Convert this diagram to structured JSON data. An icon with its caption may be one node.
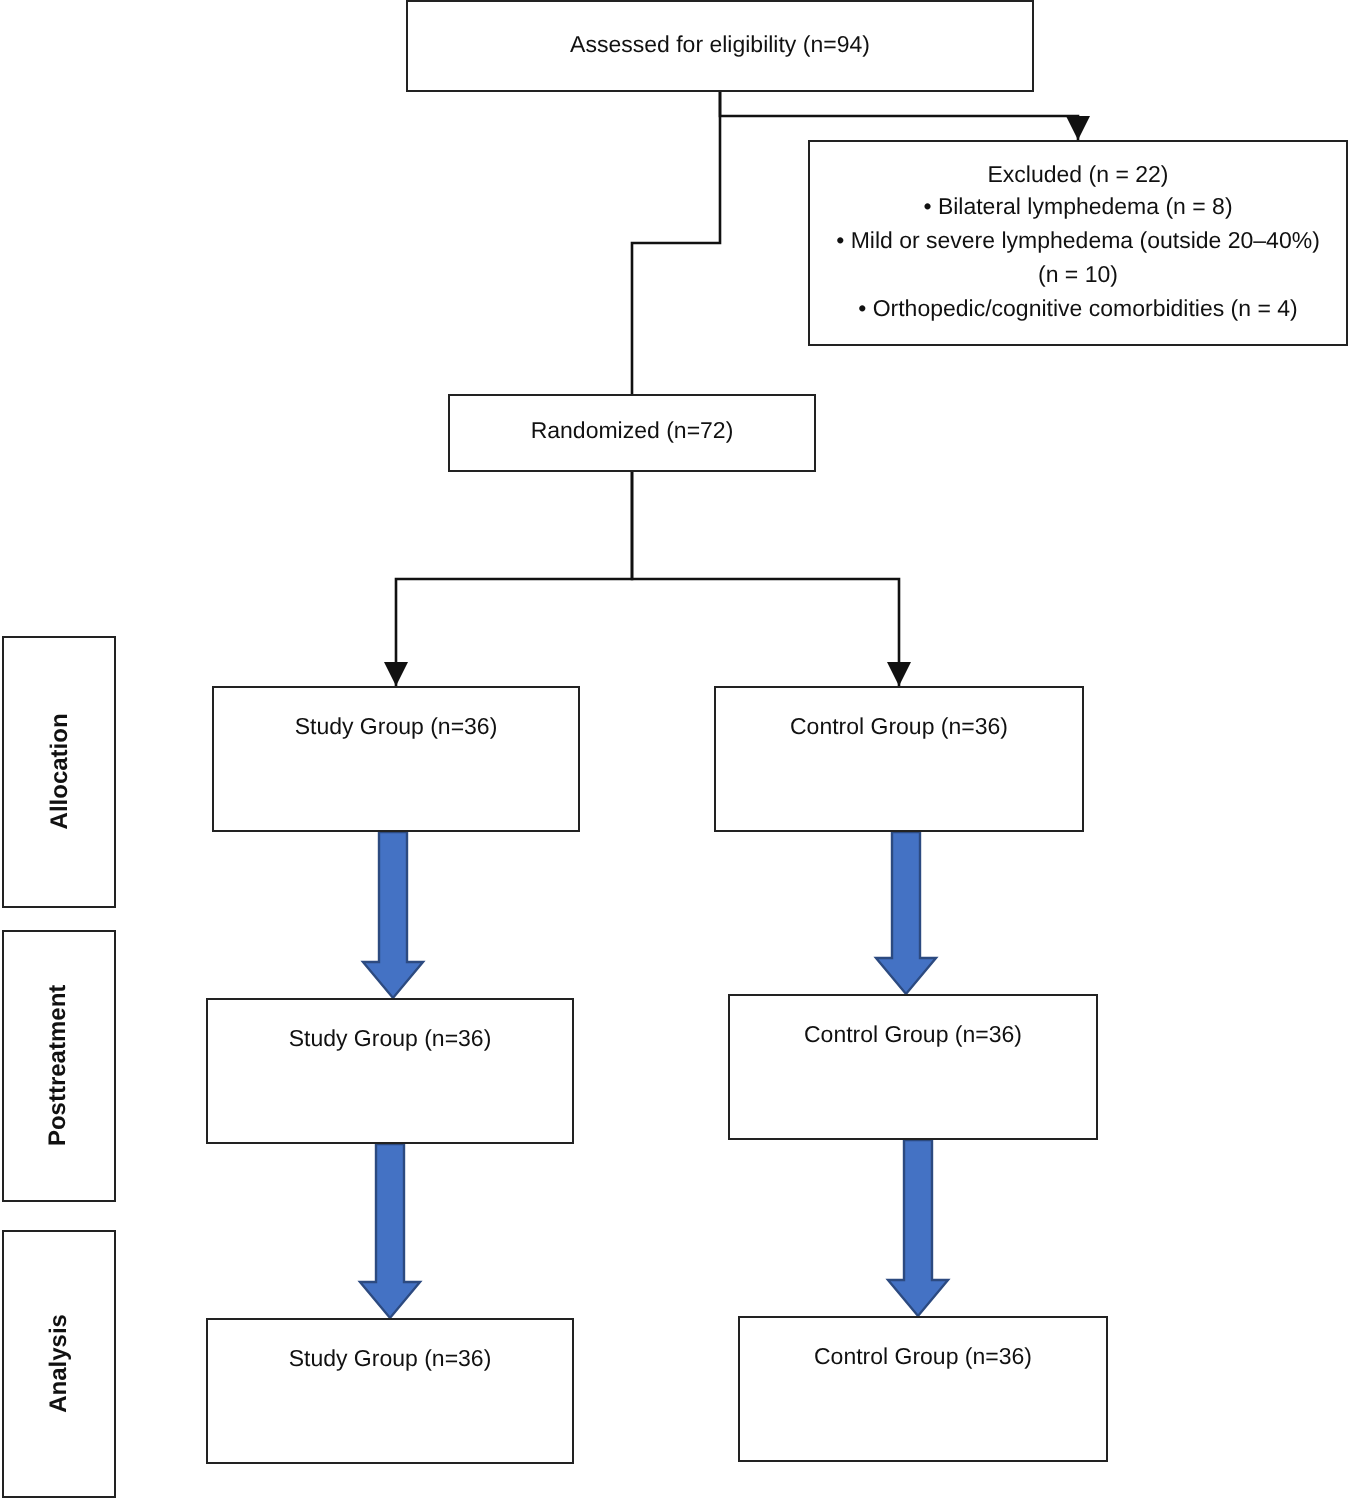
{
  "diagram": {
    "nodes": [
      {
        "text": [
          "Assessed for eligibility (n=94)"
        ]
      },
      {
        "text": [
          "Excluded (n = 22)",
          "• Bilateral lymphedema (n = 8)",
          "• Mild or severe lymphedema (outside 20–40%) (n = 10)",
          "• Orthopedic/cognitive comorbidities (n = 4)"
        ]
      },
      {
        "text": [
          "Randomized (n=72)"
        ]
      },
      {
        "text": [
          "Allocation"
        ]
      },
      {
        "text": [
          "Study Group (n=36)"
        ]
      },
      {
        "text": [
          "Control Group (n=36)"
        ]
      },
      {
        "text": [
          "Posttreatment"
        ]
      },
      {
        "text": [
          "Study Group (n=36)"
        ]
      },
      {
        "text": [
          "Control Group (n=36)"
        ]
      },
      {
        "text": [
          "Analysis"
        ]
      },
      {
        "text": [
          "Study Group (n=36)"
        ]
      },
      {
        "text": [
          "Control Group (n=36)"
        ]
      }
    ],
    "edges": [
      {
        "from": 0,
        "to": 1,
        "arrow": "to"
      },
      {
        "from": 0,
        "to": 2,
        "arrow": "none"
      },
      {
        "from": 2,
        "to": 4,
        "arrow": "to"
      },
      {
        "from": 2,
        "to": 5,
        "arrow": "to"
      },
      {
        "from": 4,
        "to": 7,
        "arrow": "to",
        "style": "thick",
        "color": "#4472c4"
      },
      {
        "from": 5,
        "to": 8,
        "arrow": "to",
        "style": "thick",
        "color": "#4472c4"
      },
      {
        "from": 7,
        "to": 10,
        "arrow": "to",
        "style": "thick",
        "color": "#4472c4"
      },
      {
        "from": 8,
        "to": 11,
        "arrow": "to",
        "style": "thick",
        "color": "#4472c4"
      }
    ]
  }
}
